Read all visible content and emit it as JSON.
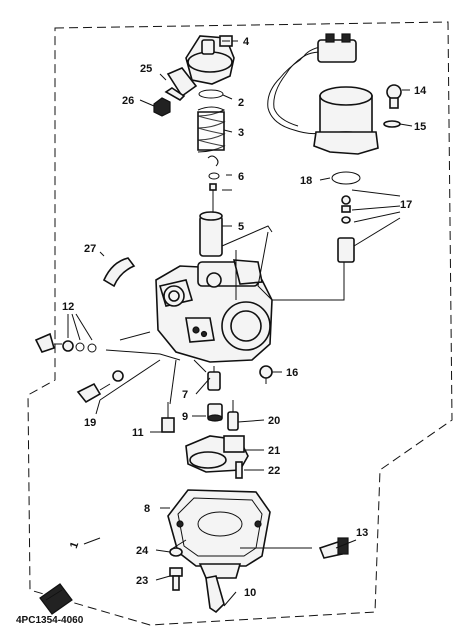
{
  "diagram": {
    "drawing_code": "4PC1354-4060",
    "callouts": [
      "1",
      "2",
      "3",
      "4",
      "5",
      "6",
      "7",
      "8",
      "9",
      "10",
      "11",
      "12",
      "13",
      "14",
      "15",
      "16",
      "17",
      "18",
      "19",
      "20",
      "21",
      "22",
      "23",
      "24",
      "25",
      "26",
      "27"
    ]
  }
}
